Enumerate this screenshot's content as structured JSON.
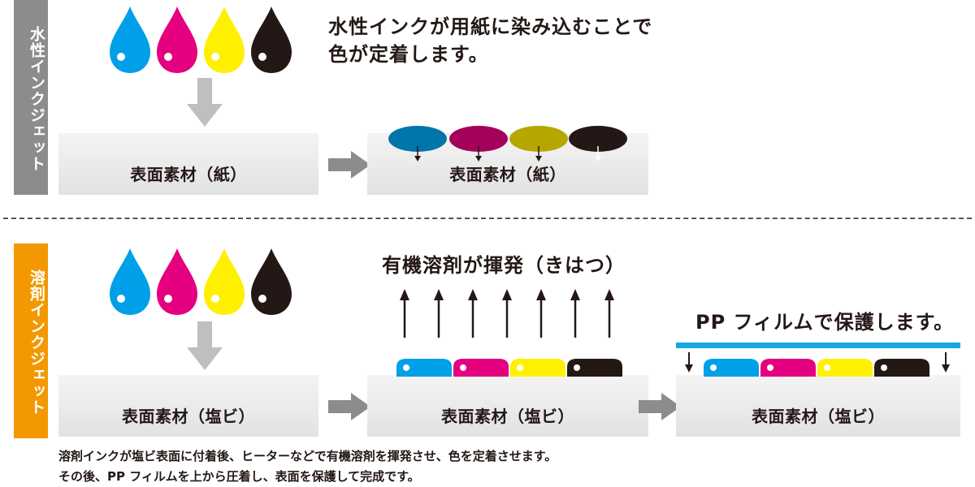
{
  "colors": {
    "cyan": "#00a0e9",
    "magenta": "#e4007f",
    "yellow": "#fff000",
    "black": "#231815",
    "cyan_absorbed": "#0075a9",
    "magenta_absorbed": "#a5005b",
    "yellow_absorbed": "#b5a700",
    "film_blue": "#1aa6e0",
    "aqueous_band": "#8c8c8c",
    "solvent_band": "#f39800",
    "arrow_gray": "#999999"
  },
  "aqueous": {
    "side_label": "水性インクジェット",
    "heading_line1": "水性インクが用紙に染み込むことで",
    "heading_line2": "色が定着します。",
    "surface_before": "表面素材（紙）",
    "surface_after": "表面素材（紙）"
  },
  "solvent": {
    "side_label": "溶剤インクジェット",
    "evaporation_label": "有機溶剤が揮発（きはつ）",
    "film_label": "PP フィルムで保護します。",
    "surface_before": "表面素材（塩ビ）",
    "surface_evaporate": "表面素材（塩ビ）",
    "surface_protected": "表面素材（塩ビ）",
    "note_line1": "溶剤インクが塩ビ表面に付着後、ヒーターなどで有機溶剤を揮発させ、色を定着させます。",
    "note_line2": "その後、PP フィルムを上から圧着し、表面を保護して完成です。"
  },
  "icons": {
    "ink_drop": "ink-drop-icon",
    "process_arrow": "gray-block-arrow-icon",
    "evaporation_arrow": "thin-up-arrow-icon",
    "press_arrow": "thin-down-arrow-icon"
  }
}
